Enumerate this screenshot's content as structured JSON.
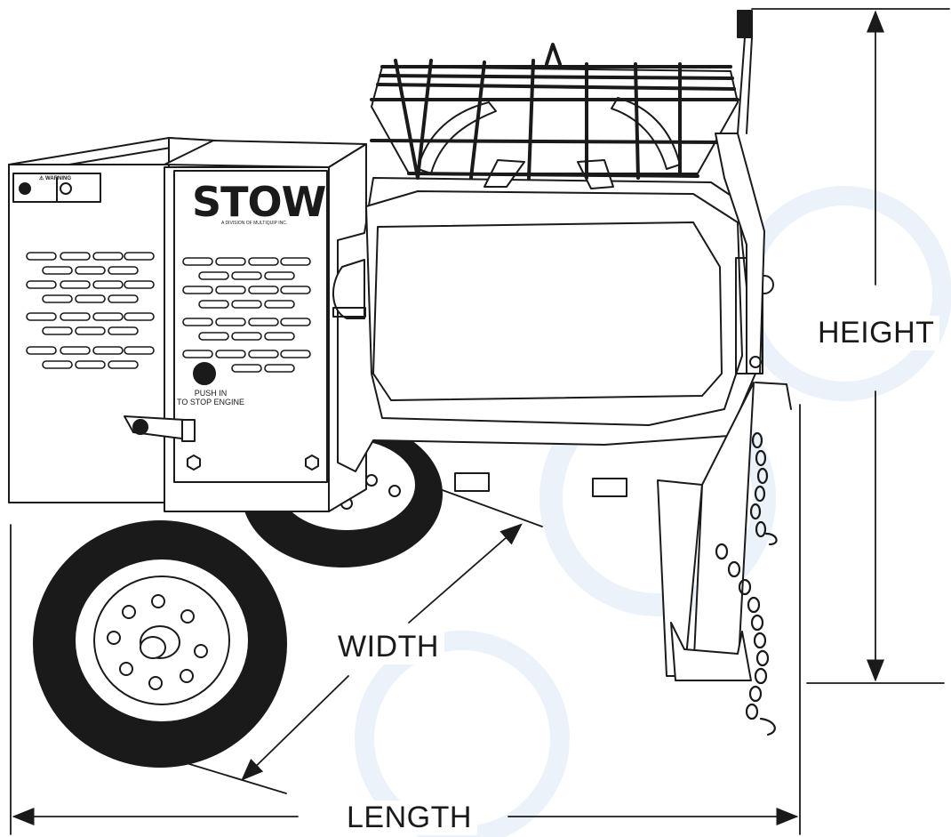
{
  "labels": {
    "height": "HEIGHT",
    "width": "WIDTH",
    "length": "LENGTH"
  },
  "machine": {
    "brand": "STOW",
    "brand_subtitle": "A DIVISION OF MULTIQUIP INC.",
    "stop_button_line1": "PUSH IN",
    "stop_button_line2": "TO STOP ENGINE",
    "warning_title": "⚠ WARNING"
  },
  "colors": {
    "line": "#1a1a1a",
    "watermark": "#dce8f5",
    "background": "#ffffff"
  }
}
